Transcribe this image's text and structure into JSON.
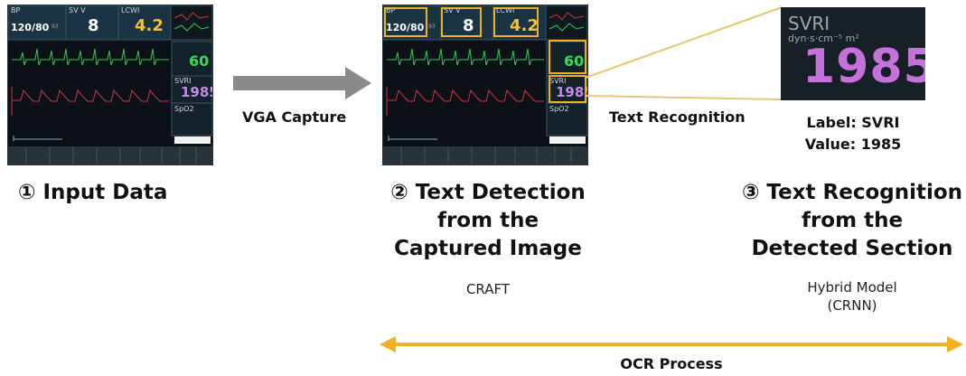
{
  "monitor": {
    "bp_label": "BP",
    "bp_value": "120/80",
    "bp_hr": "93",
    "sv_label": "SV V",
    "sv_value": "8",
    "lcwi_label": "LCWI",
    "lcwi_value": "4.2",
    "ci_value": "60",
    "svri_label": "SVRI",
    "svri_value": "1985",
    "spo2_label": "SpO2"
  },
  "zoom": {
    "label": "SVRI",
    "unit": "dyn·s·cm⁻⁵ m²",
    "value": "1985"
  },
  "arrow_label": "VGA Capture",
  "text_recognition_label": "Text Recognition",
  "result": {
    "label_line": "Label: SVRI",
    "value_line": "Value: 1985"
  },
  "steps": [
    {
      "title_lines": [
        "① Input Data"
      ],
      "method_lines": []
    },
    {
      "title_lines": [
        "② Text Detection",
        "from the",
        "Captured Image"
      ],
      "method_lines": [
        "CRAFT"
      ]
    },
    {
      "title_lines": [
        "③ Text Recognition",
        "from the",
        "Detected Section"
      ],
      "method_lines": [
        "Hybrid Model",
        "(CRNN)"
      ]
    }
  ],
  "ocr_process_label": "OCR Process",
  "colors": {
    "detection_box": "#f2b01e",
    "ocr_arrow": "#f2b01e",
    "capture_arrow": "#8a8a8a",
    "svri_value": "#c471d9",
    "ci_value": "#33dd55",
    "lcwi_value": "#f2c230"
  }
}
